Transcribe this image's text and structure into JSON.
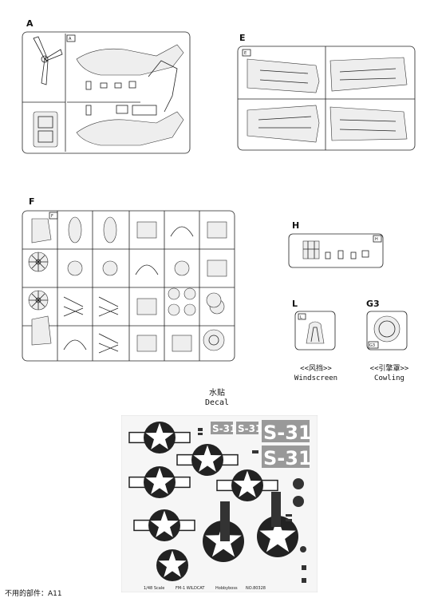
{
  "sprues": {
    "a": {
      "label": "A",
      "tag": "A"
    },
    "e": {
      "label": "E",
      "tag": "E"
    },
    "f": {
      "label": "F",
      "tag": "F"
    },
    "h": {
      "label": "H",
      "tag": "H"
    },
    "l": {
      "label": "L",
      "tag": "L",
      "caption_cn": "<<风挡>>",
      "caption_en": "Windscreen"
    },
    "g3": {
      "label": "G3",
      "tag": "G3",
      "caption_cn": "<<引擎罩>>",
      "caption_en": "Cowling"
    }
  },
  "decal": {
    "title_cn": "水贴",
    "title_en": "Decal",
    "codes": [
      "S-31",
      "S-31",
      "S-31",
      "S-31"
    ],
    "bottom_text": [
      "1/48 Scale",
      "FM-1 WILDCAT",
      "Hobbyboss",
      "NO.80328"
    ]
  },
  "footer": {
    "text": "不用的部件：A11"
  }
}
